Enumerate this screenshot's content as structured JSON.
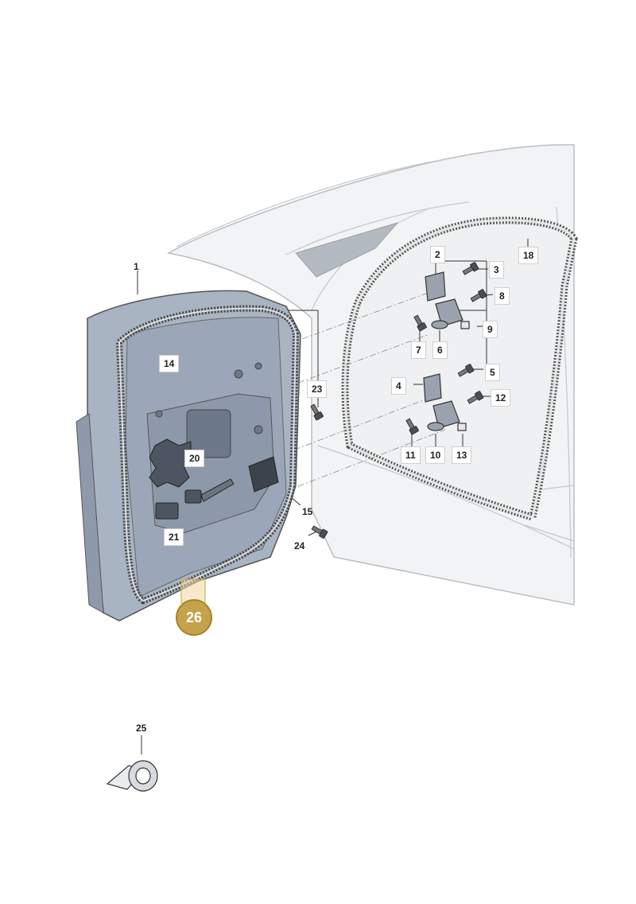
{
  "callouts": {
    "c1": "1",
    "c2": "2",
    "c3": "3",
    "c4": "4",
    "c5": "5",
    "c6": "6",
    "c7": "7",
    "c8": "8",
    "c9": "9",
    "c10": "10",
    "c11": "11",
    "c12": "12",
    "c13": "13",
    "c14": "14",
    "c15": "15",
    "c18": "18",
    "c20": "20",
    "c21": "21",
    "c23": "23",
    "c24": "24",
    "c25": "25"
  },
  "badge": {
    "label": "26",
    "color": "#c4a34a"
  },
  "colors": {
    "door": "#aeb8c6",
    "body": "#eef0f1",
    "seal": "#555555",
    "hinge": "#9aa3ad"
  },
  "icons": [
    "car-body-outline",
    "door-panel",
    "door-seal",
    "hinge-upper",
    "hinge-lower",
    "bolt",
    "tape-roll"
  ]
}
